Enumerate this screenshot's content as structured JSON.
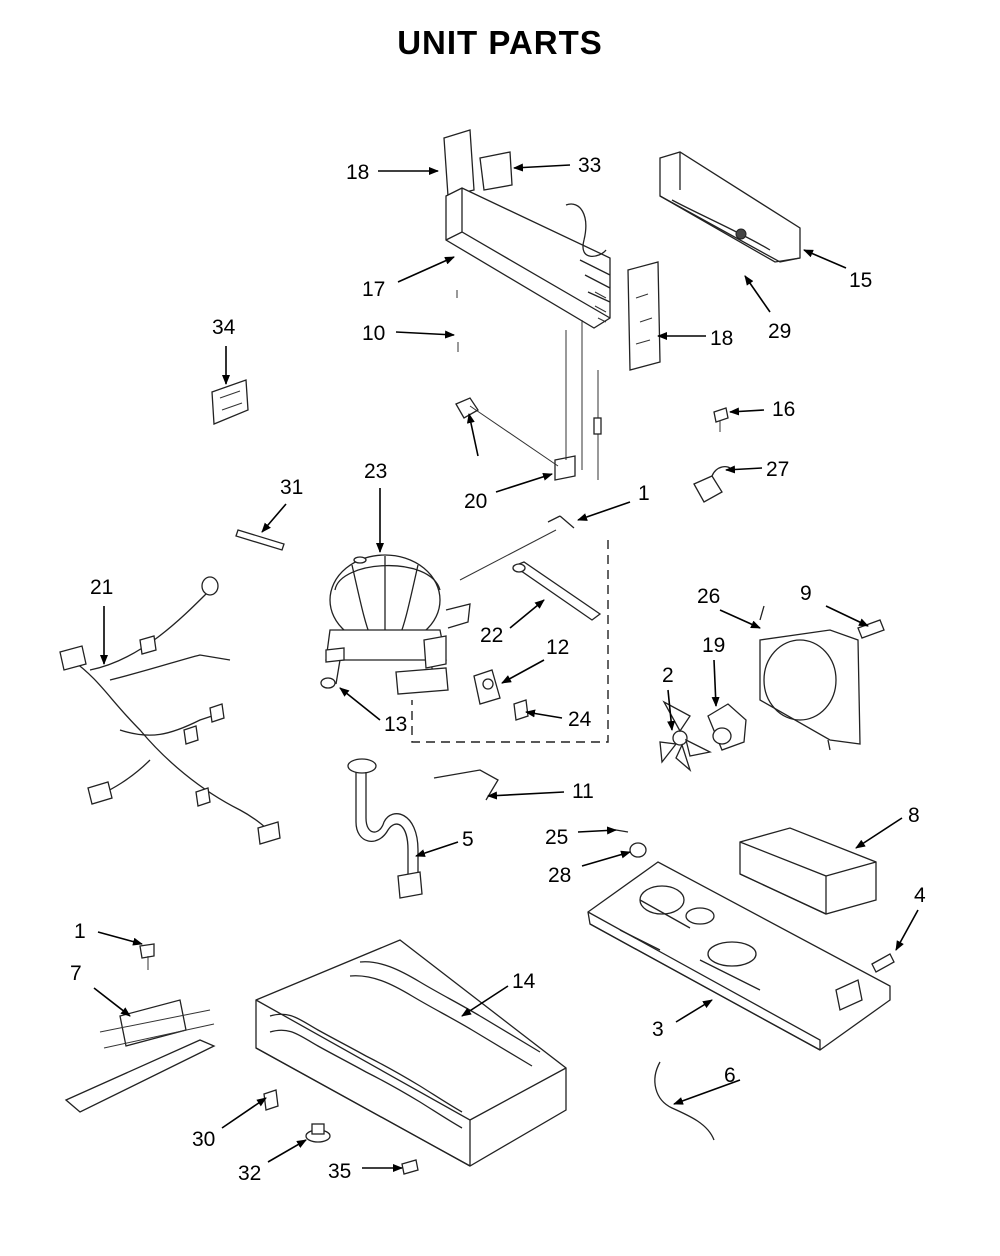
{
  "title": "UNIT PARTS",
  "colors": {
    "ink": "#000000",
    "background": "#ffffff"
  },
  "callouts": [
    {
      "id": "c18a",
      "label": "18"
    },
    {
      "id": "c33",
      "label": "33"
    },
    {
      "id": "c15",
      "label": "15"
    },
    {
      "id": "c17",
      "label": "17"
    },
    {
      "id": "c29",
      "label": "29"
    },
    {
      "id": "c34",
      "label": "34"
    },
    {
      "id": "c10",
      "label": "10"
    },
    {
      "id": "c18b",
      "label": "18"
    },
    {
      "id": "c16",
      "label": "16"
    },
    {
      "id": "c27",
      "label": "27"
    },
    {
      "id": "c23",
      "label": "23"
    },
    {
      "id": "c31",
      "label": "31"
    },
    {
      "id": "c20",
      "label": "20"
    },
    {
      "id": "c1a",
      "label": "1"
    },
    {
      "id": "c21",
      "label": "21"
    },
    {
      "id": "c22",
      "label": "22"
    },
    {
      "id": "c26",
      "label": "26"
    },
    {
      "id": "c9",
      "label": "9"
    },
    {
      "id": "c12",
      "label": "12"
    },
    {
      "id": "c2",
      "label": "2"
    },
    {
      "id": "c19",
      "label": "19"
    },
    {
      "id": "c13",
      "label": "13"
    },
    {
      "id": "c24",
      "label": "24"
    },
    {
      "id": "c11",
      "label": "11"
    },
    {
      "id": "c5",
      "label": "5"
    },
    {
      "id": "c25",
      "label": "25"
    },
    {
      "id": "c8",
      "label": "8"
    },
    {
      "id": "c28",
      "label": "28"
    },
    {
      "id": "c4",
      "label": "4"
    },
    {
      "id": "c1b",
      "label": "1"
    },
    {
      "id": "c7",
      "label": "7"
    },
    {
      "id": "c14",
      "label": "14"
    },
    {
      "id": "c3",
      "label": "3"
    },
    {
      "id": "c6",
      "label": "6"
    },
    {
      "id": "c30",
      "label": "30"
    },
    {
      "id": "c32",
      "label": "32"
    },
    {
      "id": "c35",
      "label": "35"
    }
  ]
}
